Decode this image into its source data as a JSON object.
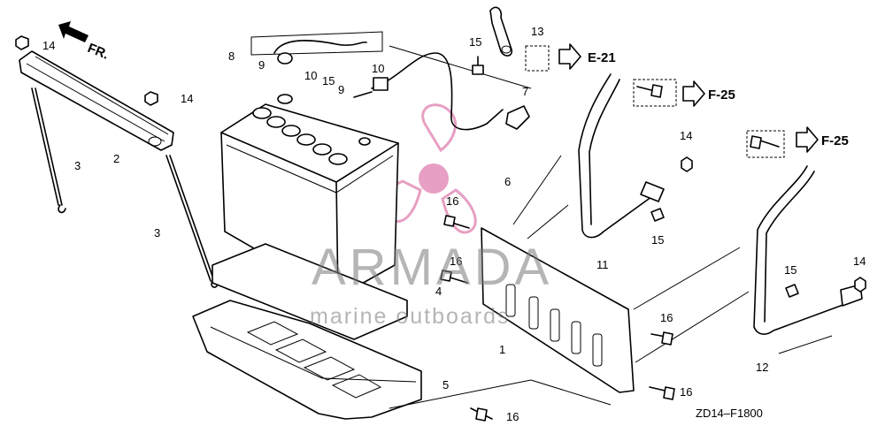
{
  "diagram": {
    "drawing_code": "ZD14–F1800",
    "direction_label": "FR.",
    "references": [
      "E-21",
      "F-25",
      "F-25"
    ],
    "callouts": [
      "14",
      "14",
      "2",
      "3",
      "3",
      "8",
      "9",
      "10",
      "9",
      "10",
      "15",
      "13",
      "15",
      "7",
      "6",
      "4",
      "5",
      "16",
      "16",
      "1",
      "11",
      "14",
      "15",
      "16",
      "16",
      "16",
      "12",
      "15",
      "14"
    ]
  },
  "watermark": {
    "brand": "ARMADA",
    "tagline": "marine outboards",
    "accent_color": "#e07fb0"
  }
}
